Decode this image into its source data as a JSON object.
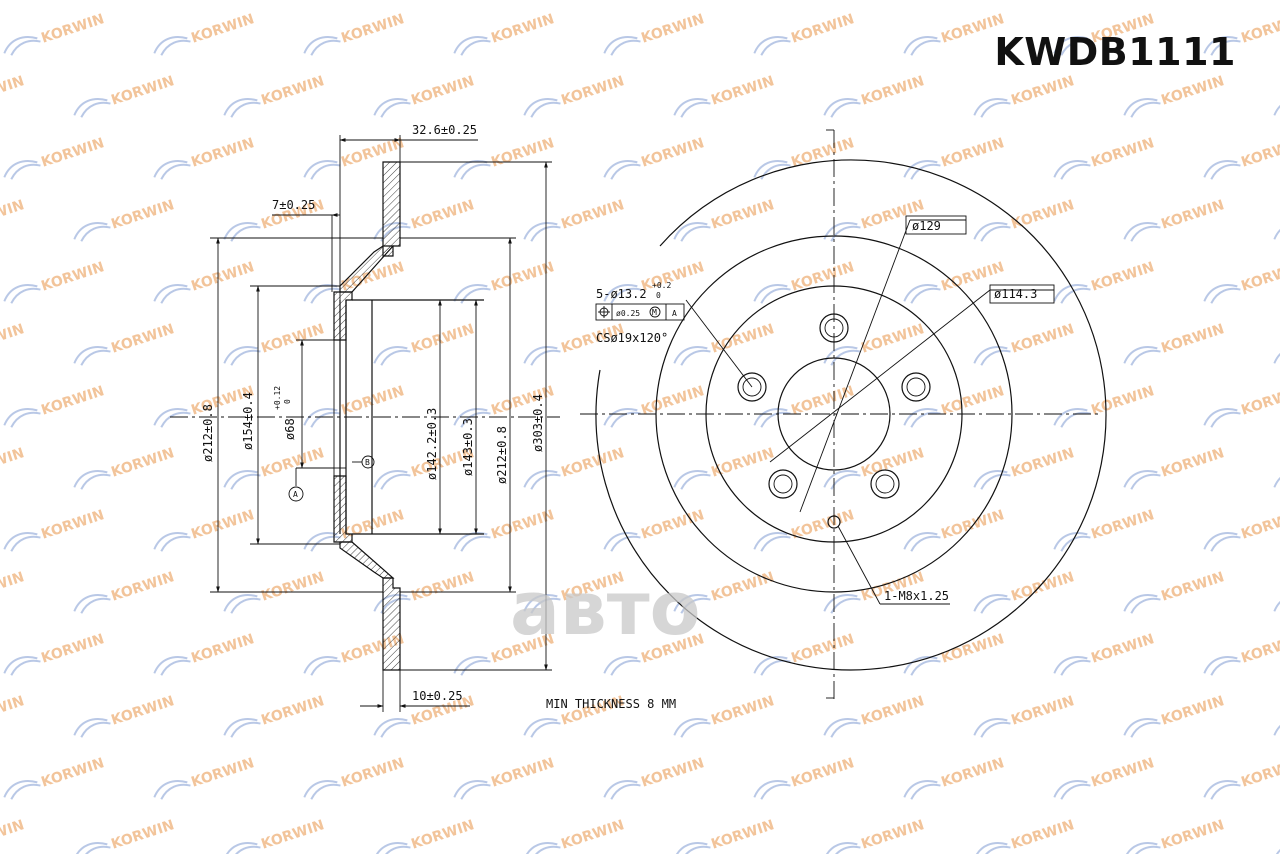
{
  "part_number": "KWDB1111",
  "watermark_text": "KORWIN",
  "logo_text": "авто",
  "dimensions": {
    "hub_depth": "32.6±0.25",
    "hat_wall": "7±0.25",
    "disc_thickness": "10±0.25",
    "outer_diameter": "ø303±0.4",
    "friction_inner": "ø212±0.8",
    "friction_inner_left": "ø212±0.8",
    "hat_outer": "ø154±0.4",
    "center_bore": "ø68",
    "center_bore_tol": "+0.12",
    "center_bore_tol_low": "0",
    "inner_step_a": "ø142.2±0.3",
    "inner_step_b": "ø143±0.3",
    "pcd_outer": "ø129",
    "pcd": "ø114.3",
    "bolt_holes": "5-ø13.2",
    "bolt_holes_tol_hi": "+0.2",
    "bolt_holes_tol_lo": "0",
    "position_tol_value": "ø0.25",
    "position_tol_mod": "M",
    "position_tol_ref": "A",
    "countersink": "CSø19x120°",
    "threaded_hole": "1-M8x1.25",
    "datum": "A",
    "datum_b": "B",
    "min_thickness": "MIN THICKNESS 8 MM"
  }
}
